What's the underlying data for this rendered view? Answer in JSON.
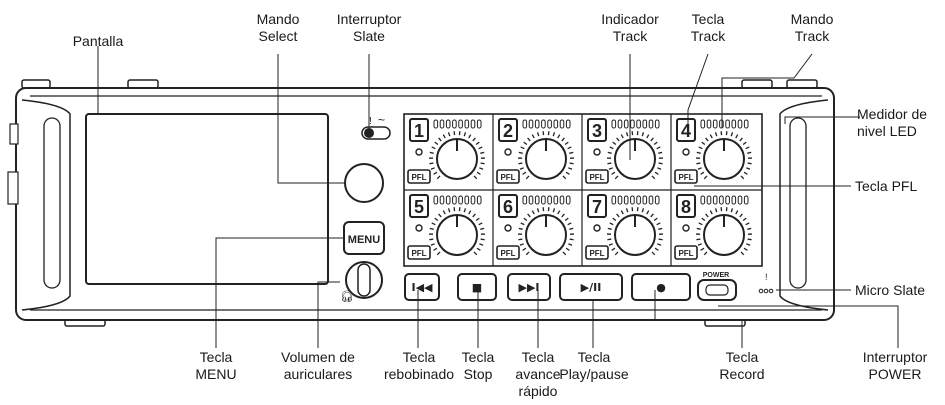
{
  "labels": {
    "pantalla": "Pantalla",
    "mando_select": "Mando\nSelect",
    "interruptor_slate": "Interruptor\nSlate",
    "indicador_track": "Indicador\nTrack",
    "tecla_track": "Tecla\nTrack",
    "mando_track": "Mando\nTrack",
    "medidor_led": "Medidor de\nnivel LED",
    "tecla_pfl": "Tecla PFL",
    "micro_slate": "Micro Slate",
    "interruptor_power": "Interruptor\nPOWER",
    "tecla_menu": "Tecla\nMENU",
    "volumen_auriculares": "Volumen de\nauriculares",
    "tecla_rebobinado": "Tecla\nrebobinado",
    "tecla_stop": "Tecla\nStop",
    "tecla_avance": "Tecla\navance\nrápido",
    "tecla_play": "Tecla\nPlay/pause",
    "tecla_record": "Tecla\nRecord"
  },
  "device": {
    "menu_key": "MENU",
    "pfl_key": "PFL",
    "power_key": "POWER",
    "tracks": [
      "1",
      "2",
      "3",
      "4",
      "5",
      "6",
      "7",
      "8"
    ],
    "transport_glyphs": {
      "rewind": "I◀◀",
      "stop": "■",
      "forward": "▶▶I",
      "play": "▶/II",
      "record": "●"
    }
  }
}
